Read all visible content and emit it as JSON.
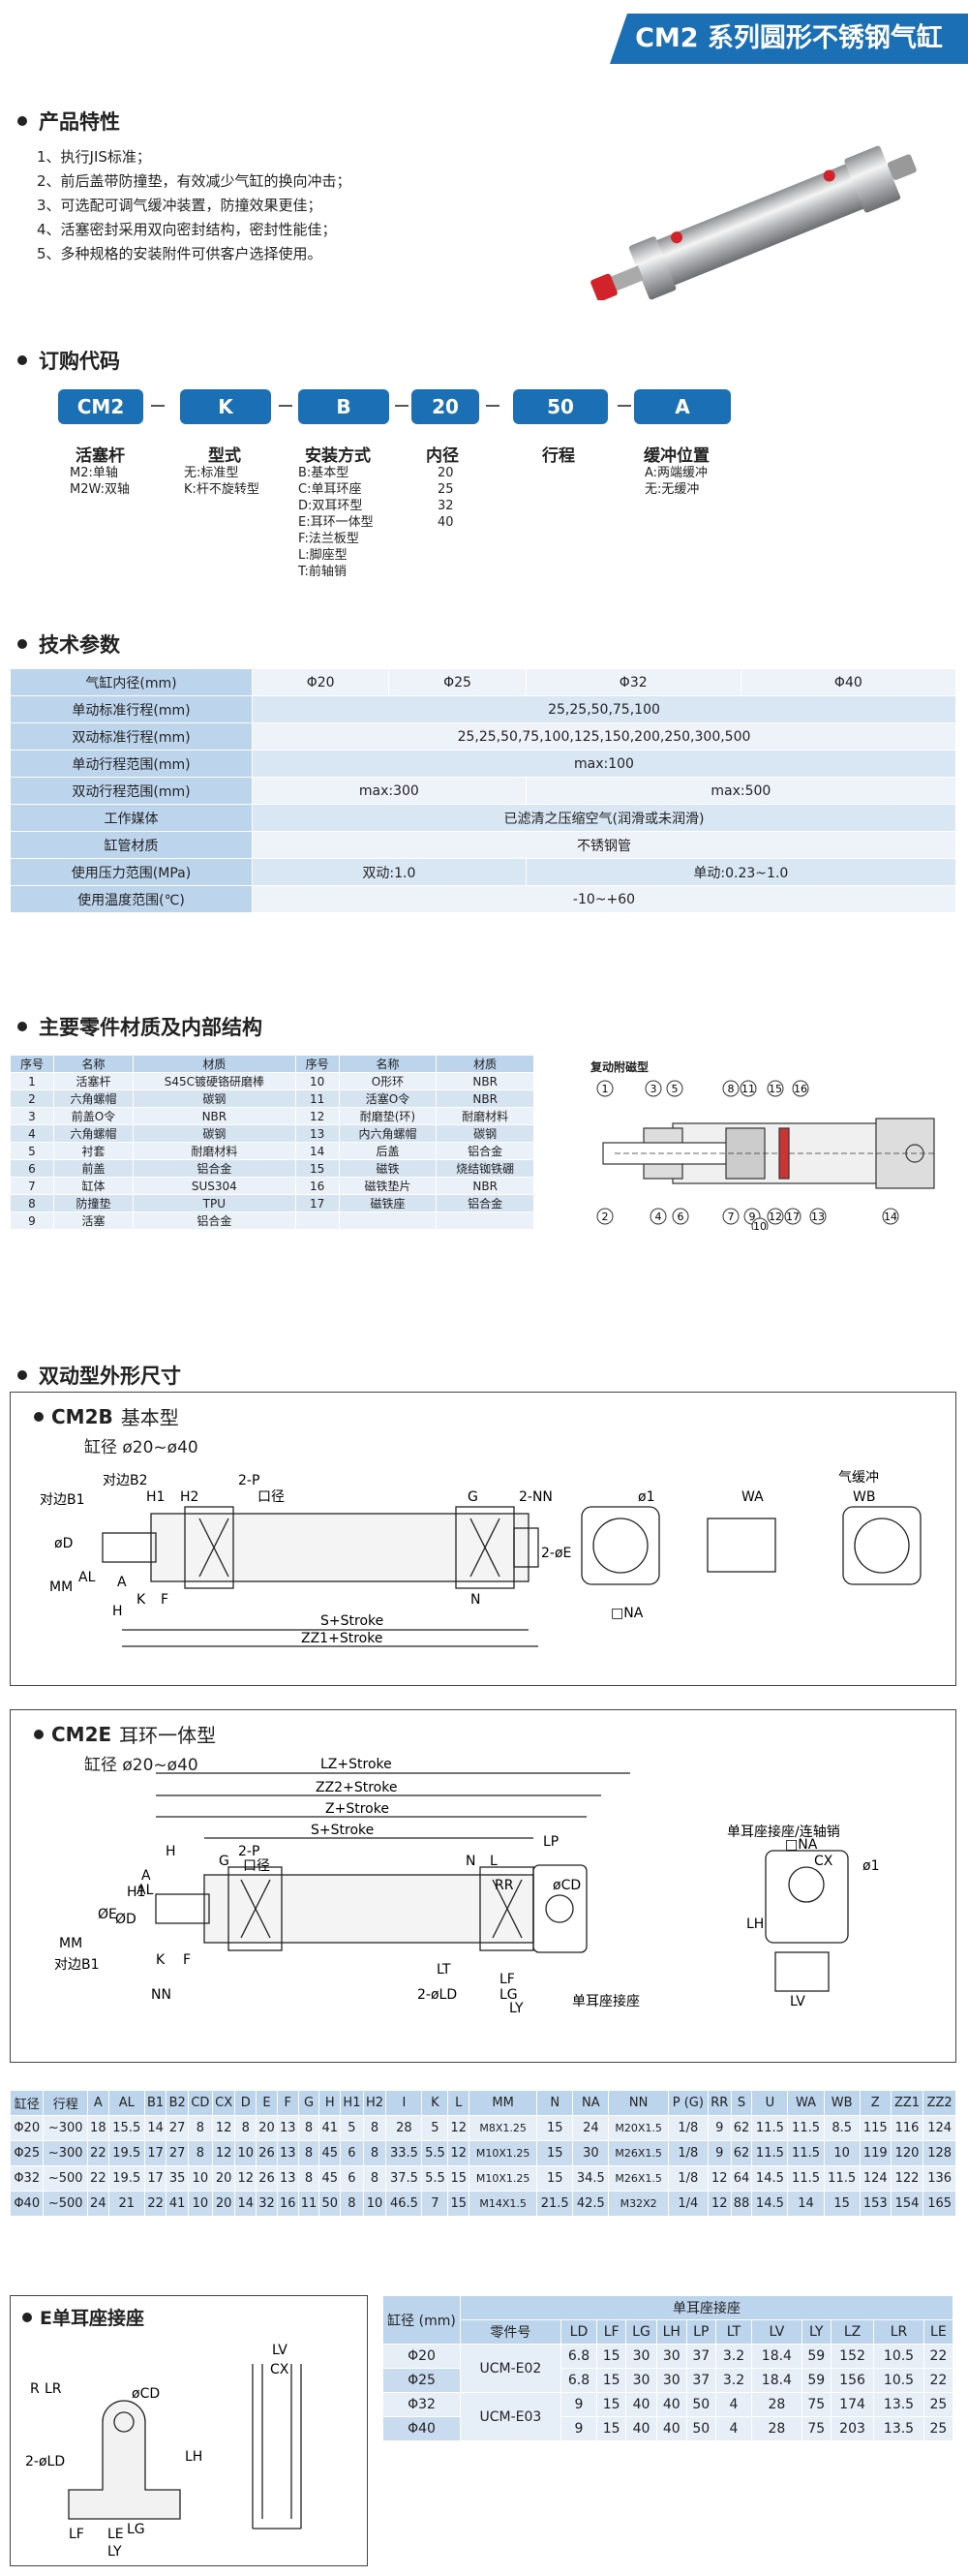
{
  "header": {
    "title": "CM2 系列圆形不锈钢气缸"
  },
  "features": {
    "title": "产品特性",
    "items": [
      "1、执行JIS标准；",
      "2、前后盖带防撞垫，有效减少气缸的换向冲击；",
      "3、可选配可调气缓冲装置，防撞效果更佳；",
      "4、活塞密封采用双向密封结构，密封性能佳；",
      "5、多种规格的安装附件可供客户选择使用。"
    ]
  },
  "order": {
    "title": "订购代码",
    "codes": [
      {
        "code": "CM2",
        "label": "活塞杆",
        "opts": [
          "M2:单轴",
          "M2W:双轴"
        ]
      },
      {
        "code": "K",
        "label": "型式",
        "opts": [
          "无:标准型",
          "K:杆不旋转型"
        ]
      },
      {
        "code": "B",
        "label": "安装方式",
        "opts": [
          "B:基本型",
          "C:单耳环座",
          "D:双耳环型",
          "E:耳环一体型",
          "F:法兰板型",
          "L:脚座型",
          "T:前轴销"
        ]
      },
      {
        "code": "20",
        "label": "内径",
        "opts": [
          "20",
          "25",
          "32",
          "40"
        ]
      },
      {
        "code": "50",
        "label": "行程",
        "opts": []
      },
      {
        "code": "A",
        "label": "缓冲位置",
        "opts": [
          "A:两端缓冲",
          "无:无缓冲"
        ]
      }
    ]
  },
  "tech": {
    "title": "技术参数",
    "rows": [
      {
        "h": "气缸内径(mm)",
        "cells": [
          "Φ20",
          "Φ25",
          "Φ32",
          "Φ40"
        ]
      },
      {
        "h": "单动标准行程(mm)",
        "cells": [
          "25,25,50,75,100"
        ]
      },
      {
        "h": "双动标准行程(mm)",
        "cells": [
          "25,25,50,75,100,125,150,200,250,300,500"
        ]
      },
      {
        "h": "单动行程范围(mm)",
        "cells": [
          "max:100"
        ]
      },
      {
        "h": "双动行程范围(mm)",
        "cells": [
          "max:300",
          "max:500"
        ]
      },
      {
        "h": "工作媒体",
        "cells": [
          "已滤清之压缩空气(润滑或未润滑)"
        ]
      },
      {
        "h": "缸管材质",
        "cells": [
          "不锈钢管"
        ]
      },
      {
        "h": "使用压力范围(MPa)",
        "cells": [
          "双动:1.0",
          "单动:0.23~1.0"
        ]
      },
      {
        "h": "使用温度范围(℃)",
        "cells": [
          "-10~+60"
        ]
      }
    ]
  },
  "parts": {
    "title": "主要零件材质及内部结构",
    "header": [
      "序号",
      "名称",
      "材质",
      "序号",
      "名称",
      "材质"
    ],
    "rows": [
      [
        "1",
        "活塞杆",
        "S45C镀硬铬研磨棒",
        "10",
        "O形环",
        "NBR"
      ],
      [
        "2",
        "六角螺帽",
        "碳钢",
        "11",
        "活塞O令",
        "NBR"
      ],
      [
        "3",
        "前盖O令",
        "NBR",
        "12",
        "耐磨垫(环)",
        "耐磨材料"
      ],
      [
        "4",
        "六角螺帽",
        "碳钢",
        "13",
        "内六角螺帽",
        "碳钢"
      ],
      [
        "5",
        "衬套",
        "耐磨材料",
        "14",
        "后盖",
        "铝合金"
      ],
      [
        "6",
        "前盖",
        "铝合金",
        "15",
        "磁铁",
        "烧结铷铁硼"
      ],
      [
        "7",
        "缸体",
        "SUS304",
        "16",
        "磁铁垫片",
        "NBR"
      ],
      [
        "8",
        "防撞垫",
        "TPU",
        "17",
        "磁铁座",
        "铝合金"
      ],
      [
        "9",
        "活塞",
        "铝合金",
        "",
        "",
        ""
      ]
    ],
    "diagram_title": "复动附磁型",
    "callouts": [
      "1",
      "2",
      "3",
      "4",
      "5",
      "6",
      "7",
      "8",
      "9",
      "10",
      "11",
      "12",
      "13",
      "14",
      "15",
      "16",
      "17"
    ]
  },
  "dim_section": {
    "title": "双动型外形尺寸"
  },
  "cm2b": {
    "name": "CM2B",
    "sub": "基本型",
    "bore": "缸径 ø20~ø40",
    "labels": [
      "对边B2",
      "2-P",
      "口径",
      "H1",
      "H2",
      "对边B1",
      "øD",
      "AL",
      "MM",
      "K",
      "A",
      "F",
      "H",
      "S+Stroke",
      "ZZ1+Stroke",
      "G",
      "2-NN",
      "2-øE",
      "N",
      "ø1",
      "□NA",
      "WA",
      "WB",
      "气缓冲"
    ]
  },
  "cm2e": {
    "name": "CM2E",
    "sub": "耳环一体型",
    "bore": "缸径 ø20~ø40",
    "labels": [
      "LZ+Stroke",
      "ZZ2+Stroke",
      "Z+Stroke",
      "S+Stroke",
      "H",
      "A",
      "AL",
      "G",
      "2-P",
      "口径",
      "H1",
      "ØE",
      "ØD",
      "MM",
      "对边B1",
      "K",
      "F",
      "NN",
      "N",
      "L",
      "RR",
      "LP",
      "øCD",
      "LT",
      "2-øLD",
      "LF",
      "LG",
      "LY",
      "单耳座接座",
      "单耳座接座/连轴销",
      "□NA",
      "CX",
      "ø1",
      "LH",
      "LV"
    ]
  },
  "dims": {
    "header": [
      "缸径",
      "行程",
      "A",
      "AL",
      "B1",
      "B2",
      "CD",
      "CX",
      "D",
      "E",
      "F",
      "G",
      "H",
      "H1",
      "H2",
      "I",
      "K",
      "L",
      "MM",
      "N",
      "NA",
      "NN",
      "P (G)",
      "RR",
      "S",
      "U",
      "WA",
      "WB",
      "Z",
      "ZZ1",
      "ZZ2"
    ],
    "rows": [
      [
        "Φ20",
        "~300",
        "18",
        "15.5",
        "14",
        "27",
        "8",
        "12",
        "8",
        "20",
        "13",
        "8",
        "41",
        "5",
        "8",
        "28",
        "5",
        "12",
        "M8X1.25",
        "15",
        "24",
        "M20X1.5",
        "1/8",
        "9",
        "62",
        "11.5",
        "11.5",
        "8.5",
        "115",
        "116",
        "124"
      ],
      [
        "Φ25",
        "~300",
        "22",
        "19.5",
        "17",
        "27",
        "8",
        "12",
        "10",
        "26",
        "13",
        "8",
        "45",
        "6",
        "8",
        "33.5",
        "5.5",
        "12",
        "M10X1.25",
        "15",
        "30",
        "M26X1.5",
        "1/8",
        "9",
        "62",
        "11.5",
        "11.5",
        "10",
        "119",
        "120",
        "128"
      ],
      [
        "Φ32",
        "~500",
        "22",
        "19.5",
        "17",
        "35",
        "10",
        "20",
        "12",
        "26",
        "13",
        "8",
        "45",
        "6",
        "8",
        "37.5",
        "5.5",
        "15",
        "M10X1.25",
        "15",
        "34.5",
        "M26X1.5",
        "1/8",
        "12",
        "64",
        "14.5",
        "11.5",
        "11.5",
        "124",
        "122",
        "136"
      ],
      [
        "Φ40",
        "~500",
        "24",
        "21",
        "22",
        "41",
        "10",
        "20",
        "14",
        "32",
        "16",
        "11",
        "50",
        "8",
        "10",
        "46.5",
        "7",
        "15",
        "M14X1.5",
        "21.5",
        "42.5",
        "M32X2",
        "1/4",
        "12",
        "88",
        "14.5",
        "14",
        "15",
        "153",
        "154",
        "165"
      ]
    ]
  },
  "ear_drawing": {
    "title": "E单耳座接座",
    "labels": [
      "R",
      "LR",
      "øCD",
      "2-øLD",
      "LH",
      "LF",
      "LE",
      "LG",
      "LY",
      "LV",
      "CX"
    ]
  },
  "ear_table": {
    "header_bore": "缸径 (mm)",
    "group_title": "单耳座接座",
    "header": [
      "零件号",
      "LD",
      "LF",
      "LG",
      "LH",
      "LP",
      "LT",
      "LV",
      "LY",
      "LZ",
      "LR",
      "LE"
    ],
    "rows": [
      [
        "Φ20",
        "UCM-E02",
        "6.8",
        "15",
        "30",
        "30",
        "37",
        "3.2",
        "18.4",
        "59",
        "152",
        "10.5",
        "22"
      ],
      [
        "Φ25",
        "",
        "6.8",
        "15",
        "30",
        "30",
        "37",
        "3.2",
        "18.4",
        "59",
        "156",
        "10.5",
        "22"
      ],
      [
        "Φ32",
        "UCM-E03",
        "9",
        "15",
        "40",
        "40",
        "50",
        "4",
        "28",
        "75",
        "174",
        "13.5",
        "25"
      ],
      [
        "Φ40",
        "",
        "9",
        "15",
        "40",
        "40",
        "50",
        "4",
        "28",
        "75",
        "203",
        "13.5",
        "25"
      ]
    ]
  }
}
